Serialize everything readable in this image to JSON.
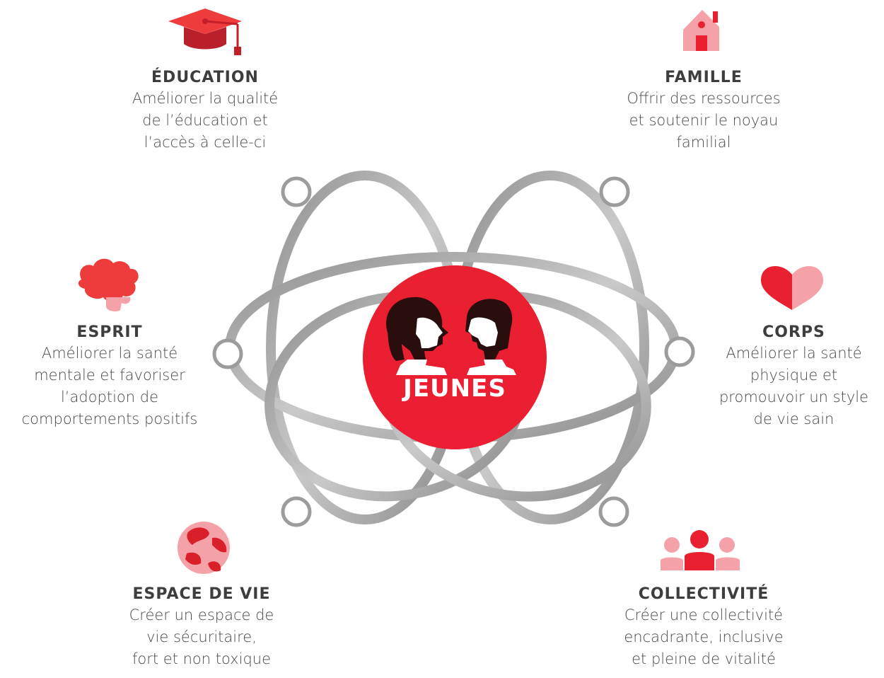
{
  "center": {
    "label": "JEUNES"
  },
  "pillars": {
    "education": {
      "title": "ÉDUCATION",
      "lines": [
        "Améliorer la qualité",
        "de l’éducation et",
        "l’accès à celle-ci"
      ],
      "icon": "graduation-cap-icon"
    },
    "famille": {
      "title": "FAMILLE",
      "lines": [
        "Offrir des ressources",
        "et soutenir le noyau",
        "familial"
      ],
      "icon": "house-icon"
    },
    "esprit": {
      "title": "ESPRIT",
      "lines": [
        "Améliorer la santé",
        "mentale et favoriser",
        "l’adoption de",
        "comportements positifs"
      ],
      "icon": "brain-icon"
    },
    "corps": {
      "title": "CORPS",
      "lines": [
        "Améliorer la santé",
        "physique et",
        "promouvoir un style",
        "de vie sain"
      ],
      "icon": "heart-icon"
    },
    "espace": {
      "title": "ESPACE DE VIE",
      "lines": [
        "Créer un espace de",
        "vie sécuritaire,",
        "fort et non toxique"
      ],
      "icon": "globe-icon"
    },
    "collectivite": {
      "title": "COLLECTIVITÉ",
      "lines": [
        "Créer une collectivité",
        "encadrante, inclusive",
        "et pleine de vitalité"
      ],
      "icon": "community-icon"
    }
  },
  "colors": {
    "red": "#e8202f",
    "pink": "#f4a2a8",
    "dark_red": "#c31f2c",
    "ring_gray": "#9c9c9c",
    "ring_light": "#c8c8c8"
  }
}
